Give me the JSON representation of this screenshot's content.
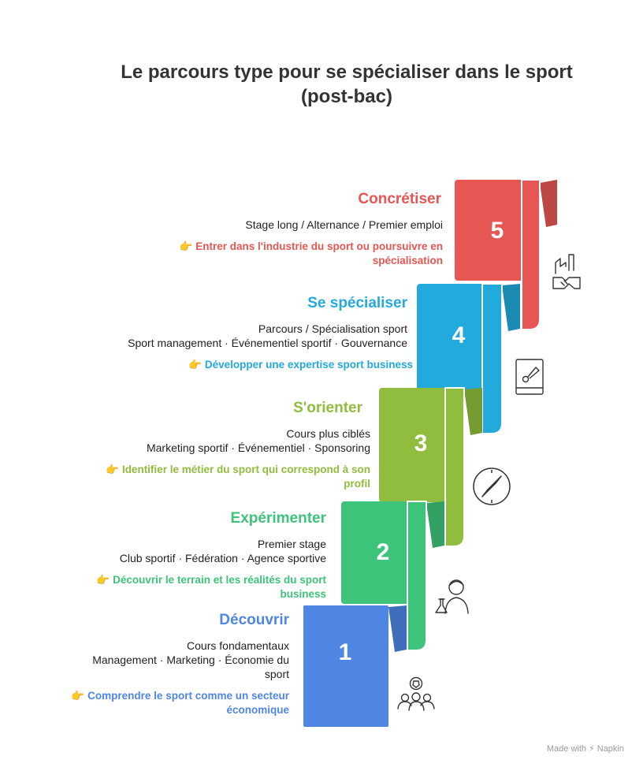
{
  "title": [
    "Le parcours type pour se spécialiser dans le sport",
    "(post-bac)"
  ],
  "steps": [
    {
      "number": "1",
      "heading": "Découvrir",
      "lines": [
        "Cours fondamentaux",
        "Management · Marketing · Économie du",
        "sport"
      ],
      "tip_icon": "👉",
      "tip": [
        "Comprendre le sport comme un secteur",
        "économique"
      ],
      "color": "#4f86e4",
      "icon": "people-ball-icon"
    },
    {
      "number": "2",
      "heading": "Expérimenter",
      "lines": [
        "Premier stage",
        "Club sportif · Fédération · Agence sportive"
      ],
      "tip_icon": "👉",
      "tip": [
        "Découvrir le terrain et les réalités du sport",
        "business"
      ],
      "color": "#3ec47a",
      "icon": "scientist-icon"
    },
    {
      "number": "3",
      "heading": "S'orienter",
      "lines": [
        "Cours plus ciblés",
        "Marketing sportif · Événementiel · Sponsoring"
      ],
      "tip_icon": "👉",
      "tip": [
        "Identifier le métier du sport qui correspond à son",
        "profil"
      ],
      "color": "#90bd3d",
      "icon": "compass-icon"
    },
    {
      "number": "4",
      "heading": "Se spécialiser",
      "lines": [
        "Parcours / Spécialisation sport",
        "Sport management · Événementiel sportif · Gouvernance"
      ],
      "tip_icon": "👉",
      "tip": [
        "Développer une expertise sport business"
      ],
      "color": "#22aadc",
      "icon": "sport-book-icon"
    },
    {
      "number": "5",
      "heading": "Concrétiser",
      "lines": [
        "Stage long / Alternance / Premier emploi"
      ],
      "tip_icon": "👉",
      "tip": [
        "Entrer dans l'industrie du sport ou poursuivre en",
        "spécialisation"
      ],
      "color": "#e65652",
      "icon": "handshake-factory-icon"
    }
  ],
  "watermark": {
    "prefix": "Made with",
    "brand": "Napkin"
  }
}
